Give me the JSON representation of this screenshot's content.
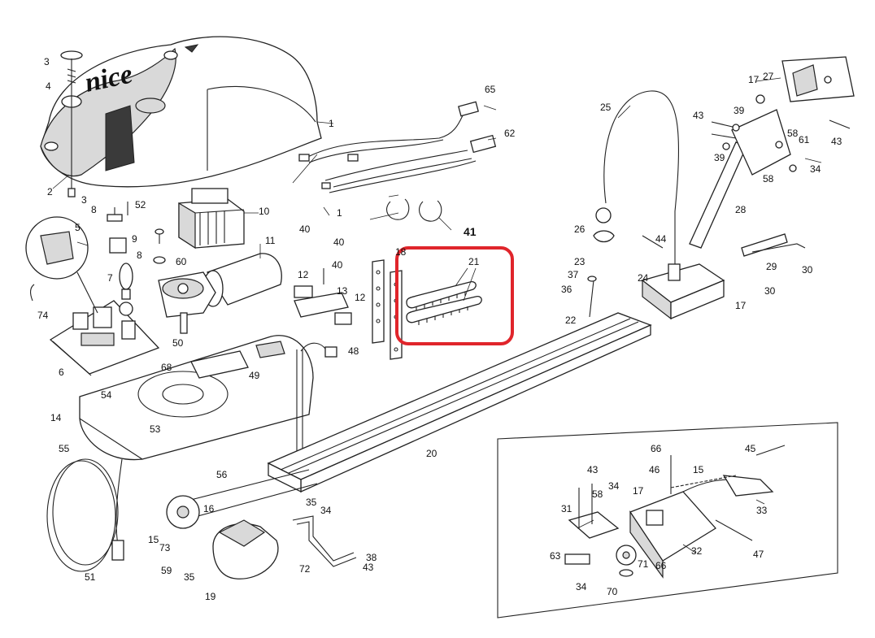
{
  "diagram": {
    "brand_logo_text": "nice",
    "highlight_color": "#e0252b",
    "highlighted_part": "21",
    "labels": {
      "l1": "1",
      "l1b": "1",
      "l2": "2",
      "l3a": "3",
      "l3b": "3",
      "l4": "4",
      "l5": "5",
      "l6": "6",
      "l7": "7",
      "l8a": "8",
      "l8b": "8",
      "l9": "9",
      "l10": "10",
      "l11": "11",
      "l12a": "12",
      "l12b": "12",
      "l13": "13",
      "l14": "14",
      "l15a": "15",
      "l15b": "15",
      "l16": "16",
      "l17a": "17",
      "l17b": "17",
      "l17c": "17",
      "l18": "18",
      "l19": "19",
      "l20": "20",
      "l21": "21",
      "l22": "22",
      "l23": "23",
      "l24": "24",
      "l25": "25",
      "l26": "26",
      "l27": "27",
      "l28": "28",
      "l29": "29",
      "l30a": "30",
      "l30b": "30",
      "l31": "31",
      "l32": "32",
      "l33": "33",
      "l34a": "34",
      "l34b": "34",
      "l34c": "34",
      "l34d": "34",
      "l35a": "35",
      "l35b": "35",
      "l36": "36",
      "l37": "37",
      "l38": "38",
      "l39a": "39",
      "l39b": "39",
      "l40a": "40",
      "l40b": "40",
      "l40c": "40",
      "l41": "41",
      "l43a": "43",
      "l43b": "43",
      "l43c": "43",
      "l43d": "43",
      "l44": "44",
      "l45": "45",
      "l46": "46",
      "l47": "47",
      "l48": "48",
      "l49": "49",
      "l50": "50",
      "l51": "51",
      "l52": "52",
      "l53": "53",
      "l54": "54",
      "l55": "55",
      "l56": "56",
      "l58a": "58",
      "l58b": "58",
      "l58c": "58",
      "l59": "59",
      "l60": "60",
      "l61": "61",
      "l62": "62",
      "l63": "63",
      "l65": "65",
      "l66a": "66",
      "l66b": "66",
      "l68": "68",
      "l70": "70",
      "l71": "71",
      "l72": "72",
      "l73": "73",
      "l74": "74"
    }
  }
}
